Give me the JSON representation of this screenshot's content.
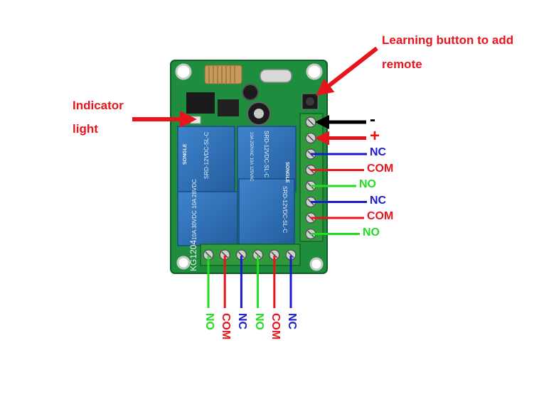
{
  "callouts": {
    "learning_line1": "Learning button to add",
    "learning_line2": "remote",
    "indicator_line1": "Indicator",
    "indicator_line2": "light"
  },
  "right_terminals": [
    "-",
    "+",
    "NC",
    "COM",
    "NO",
    "NC",
    "COM",
    "NO"
  ],
  "bottom_terminals": [
    "NO",
    "COM",
    "NC",
    "NO",
    "COM",
    "NC"
  ],
  "board_print": {
    "model": "KG1204",
    "relay_text_1": "SRD-12VDC-SL-C",
    "relay_text_2": "10A 250VAC 10A 125VAC",
    "relay_text_3": "10A 30VDC 10A 28VDC",
    "relay_brand": "SONGLE"
  },
  "colors": {
    "pcb": "#1a8a3a",
    "relay": "#2c6fb5",
    "terminal": "#2f8f3a",
    "arrow_red": "#e8141b",
    "arrow_blue": "#1a1acc",
    "arrow_green": "#22dd22",
    "arrow_black": "#000000"
  }
}
